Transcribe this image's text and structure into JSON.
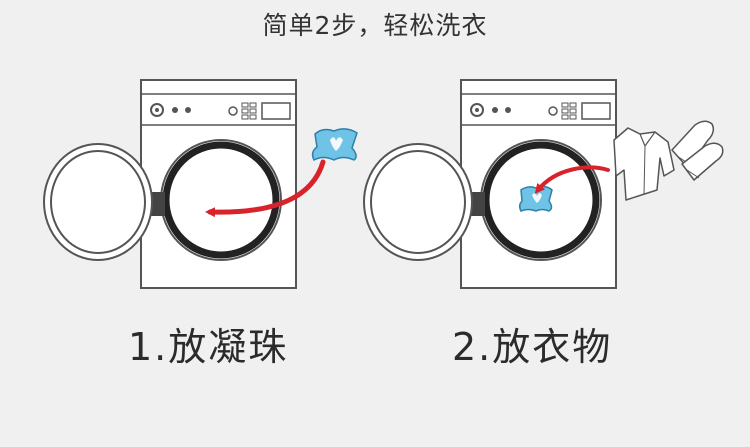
{
  "heading": "简单2步，轻松洗衣",
  "steps": [
    {
      "label": "1.放凝珠"
    },
    {
      "label": "2.放衣物"
    }
  ],
  "colors": {
    "background": "#f0f0f0",
    "arrow": "#d9232a",
    "pod": "#6ec3e6",
    "pod_heart": "#f2f8fb",
    "outline": "#555555"
  },
  "icons": [
    "washing-machine-icon",
    "detergent-pod-icon",
    "red-arrow-icon",
    "shirt-icon",
    "socks-icon"
  ]
}
